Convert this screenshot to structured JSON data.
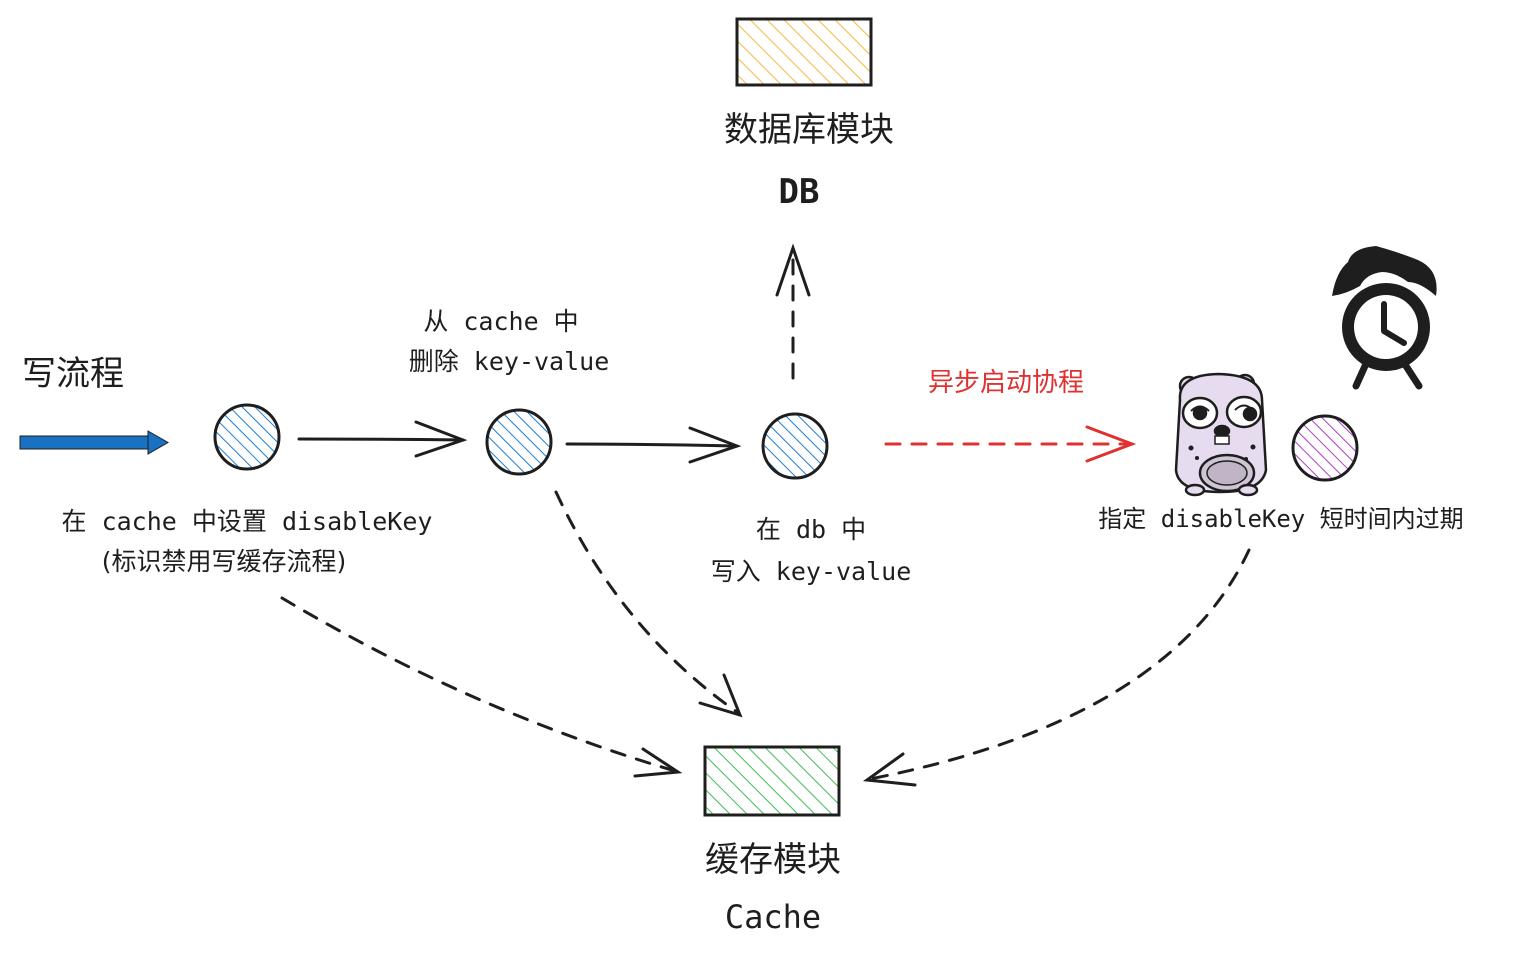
{
  "flow_title": "写流程",
  "db_module": {
    "title": "数据库模块",
    "subtitle": "DB"
  },
  "cache_module": {
    "title": "缓存模块",
    "subtitle": "Cache"
  },
  "steps": {
    "set_disable": {
      "line1": "在 cache 中设置 disableKey",
      "line2": "(标识禁用写缓存流程)"
    },
    "delete_cache": {
      "line1": "从 cache 中",
      "line2": "删除 key-value"
    },
    "write_db": {
      "line1": "在 db 中",
      "line2": "写入 key-value"
    },
    "expire": {
      "line1": "指定 disableKey 短时间内过期"
    }
  },
  "async_label": "异步启动协程",
  "colors": {
    "flow_arrow": "#1971c2",
    "step_hatch": "#1c7ed6",
    "db_fill": "#f5b83d",
    "cache_fill": "#40c057",
    "async_arrow": "#e03131",
    "expire_hatch": "#ae3ec9",
    "gopher": "#e7dbef"
  },
  "icons": [
    "gopher-icon",
    "alarm-clock-icon"
  ]
}
